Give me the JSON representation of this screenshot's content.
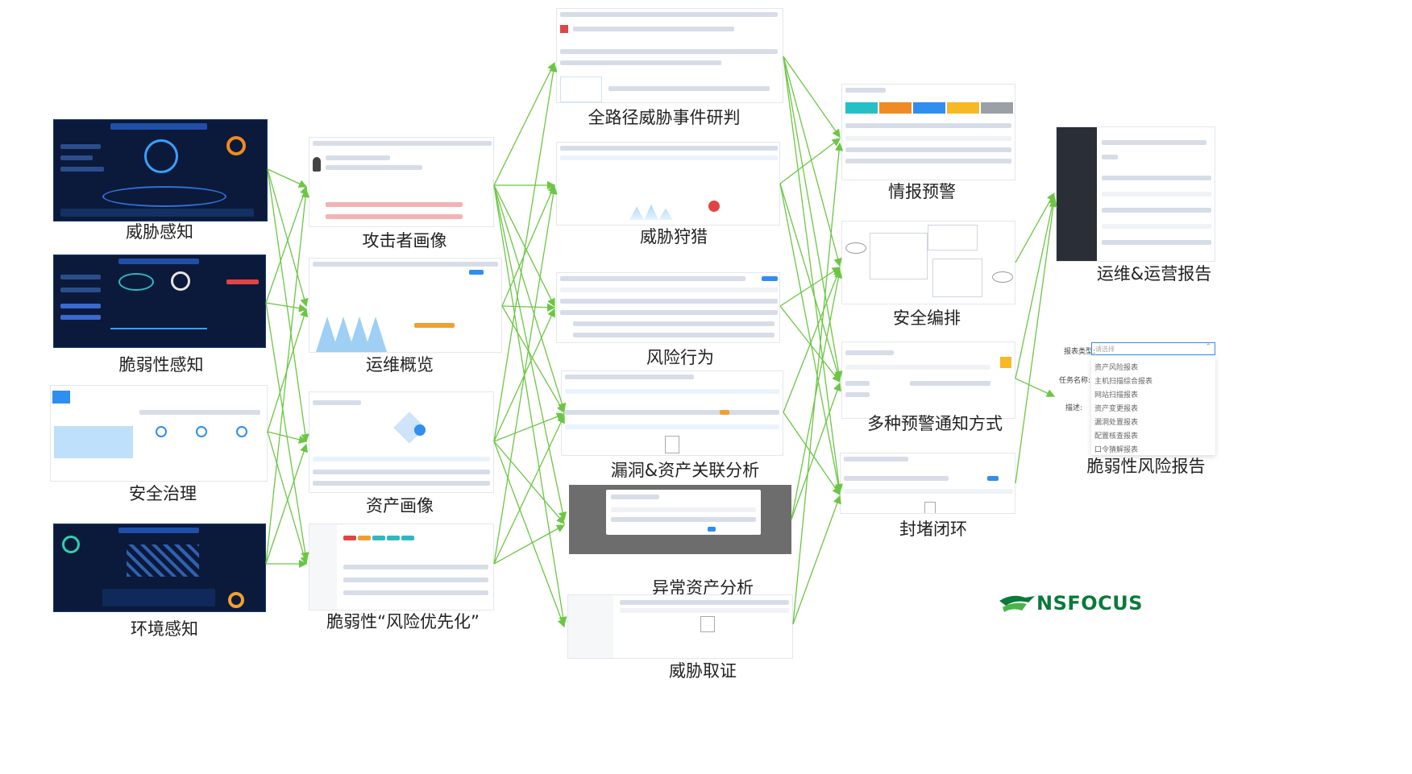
{
  "labels": {
    "threat_perception": "威胁感知",
    "vuln_perception": "脆弱性感知",
    "security_governance": "安全治理",
    "environment_perception": "环境感知",
    "attacker_portrait": "攻击者画像",
    "ops_overview": "运维概览",
    "asset_portrait": "资产画像",
    "vuln_prioritization": "脆弱性“风险优先化”",
    "full_path_threat": "全路径威胁事件研判",
    "threat_hunting": "威胁狩猎",
    "risk_behavior": "风险行为",
    "vuln_asset_correlation": "漏洞&资产关联分析",
    "abnormal_asset": "异常资产分析",
    "threat_forensics": "威胁取证",
    "intel_alert": "情报预警",
    "security_orchestration": "安全编排",
    "multi_alert": "多种预警通知方式",
    "block_loop": "封堵闭环",
    "ops_report": "运维&运营报告",
    "vuln_risk_report": "脆弱性风险报告"
  },
  "report_form": {
    "type_label": "报表类型:",
    "type_placeholder": "请选择",
    "task_label": "任务名称:",
    "desc_label": "描述:",
    "options": [
      "资产风险报表",
      "主机扫描综合报表",
      "网站扫描报表",
      "资产变更报表",
      "漏洞处置报表",
      "配置核查报表",
      "口令猜解报表"
    ]
  },
  "brand": {
    "name": "NSFOCUS",
    "color": "#0a7a3a"
  },
  "arrow_color": "#6cc644"
}
